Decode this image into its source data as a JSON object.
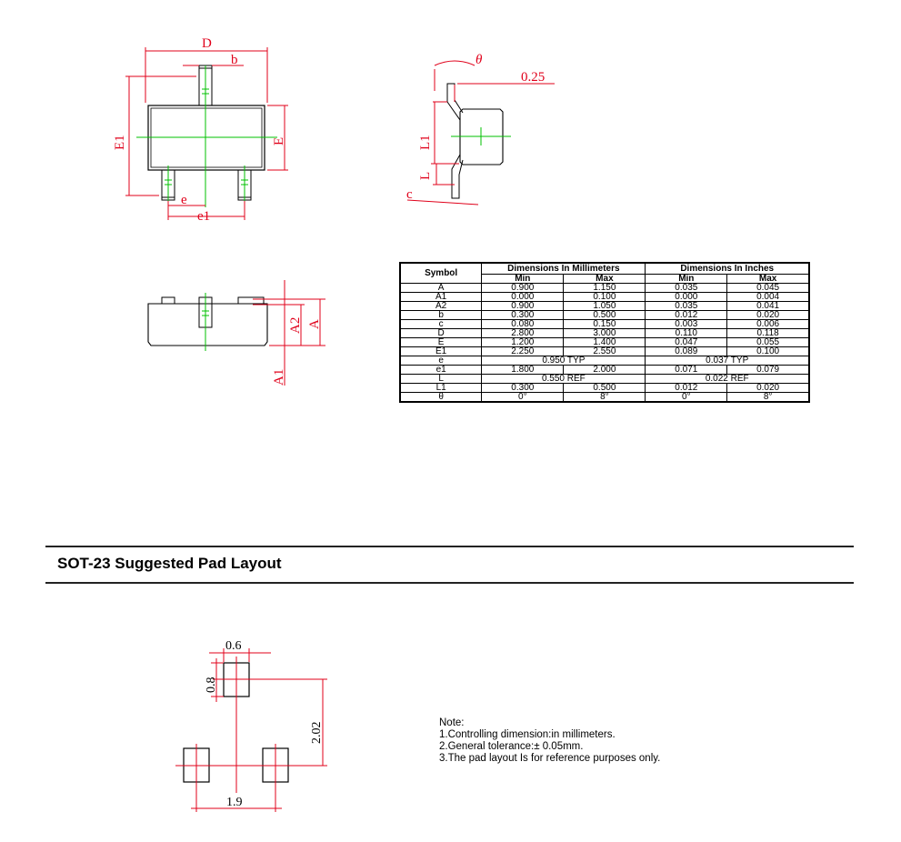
{
  "drawing_labels": {
    "top_D": "D",
    "top_b": "b",
    "top_E1": "E1",
    "top_E": "E",
    "top_e": "e",
    "top_e1": "e1",
    "side_theta": "θ",
    "side_025": "0.25",
    "side_L1": "L1",
    "side_L": "L",
    "side_c": "c",
    "front_A2": "A2",
    "front_A": "A",
    "front_A1": "A1"
  },
  "table": {
    "symbol_header": "Symbol",
    "mm_header": "Dimensions In Millimeters",
    "in_header": "Dimensions In Inches",
    "min_label": "Min",
    "max_label": "Max",
    "rows": [
      {
        "symbol": "A",
        "mm_min": "0.900",
        "mm_max": "1.150",
        "in_min": "0.035",
        "in_max": "0.045"
      },
      {
        "symbol": "A1",
        "mm_min": "0.000",
        "mm_max": "0.100",
        "in_min": "0.000",
        "in_max": "0.004"
      },
      {
        "symbol": "A2",
        "mm_min": "0.900",
        "mm_max": "1.050",
        "in_min": "0.035",
        "in_max": "0.041"
      },
      {
        "symbol": "b",
        "mm_min": "0.300",
        "mm_max": "0.500",
        "in_min": "0.012",
        "in_max": "0.020"
      },
      {
        "symbol": "c",
        "mm_min": "0.080",
        "mm_max": "0.150",
        "in_min": "0.003",
        "in_max": "0.006"
      },
      {
        "symbol": "D",
        "mm_min": "2.800",
        "mm_max": "3.000",
        "in_min": "0.110",
        "in_max": "0.118"
      },
      {
        "symbol": "E",
        "mm_min": "1.200",
        "mm_max": "1.400",
        "in_min": "0.047",
        "in_max": "0.055"
      },
      {
        "symbol": "E1",
        "mm_min": "2.250",
        "mm_max": "2.550",
        "in_min": "0.089",
        "in_max": "0.100"
      },
      {
        "symbol": "e",
        "mm_span": "0.950 TYP",
        "in_span": "0.037 TYP"
      },
      {
        "symbol": "e1",
        "mm_min": "1.800",
        "mm_max": "2.000",
        "in_min": "0.071",
        "in_max": "0.079"
      },
      {
        "symbol": "L",
        "mm_span": "0.550 REF",
        "in_span": "0.022 REF"
      },
      {
        "symbol": "L1",
        "mm_min": "0.300",
        "mm_max": "0.500",
        "in_min": "0.012",
        "in_max": "0.020"
      },
      {
        "symbol": "θ",
        "mm_min": "0°",
        "mm_max": "8°",
        "in_min": "0°",
        "in_max": "8°"
      }
    ]
  },
  "pad_section": {
    "title": "SOT-23 Suggested Pad Layout",
    "dim_width": "0.6",
    "dim_height": "0.8",
    "dim_vertical": "2.02",
    "dim_horizontal": "1.9"
  },
  "notes": {
    "heading": "Note:",
    "items": [
      "1.Controlling dimension:in  millimeters.",
      "2.General tolerance:± 0.05mm.",
      "3.The pad layout Is for reference purposes only."
    ]
  },
  "colors": {
    "dimension": "#e0001a",
    "centerline": "#00c000",
    "outline": "#000000"
  }
}
